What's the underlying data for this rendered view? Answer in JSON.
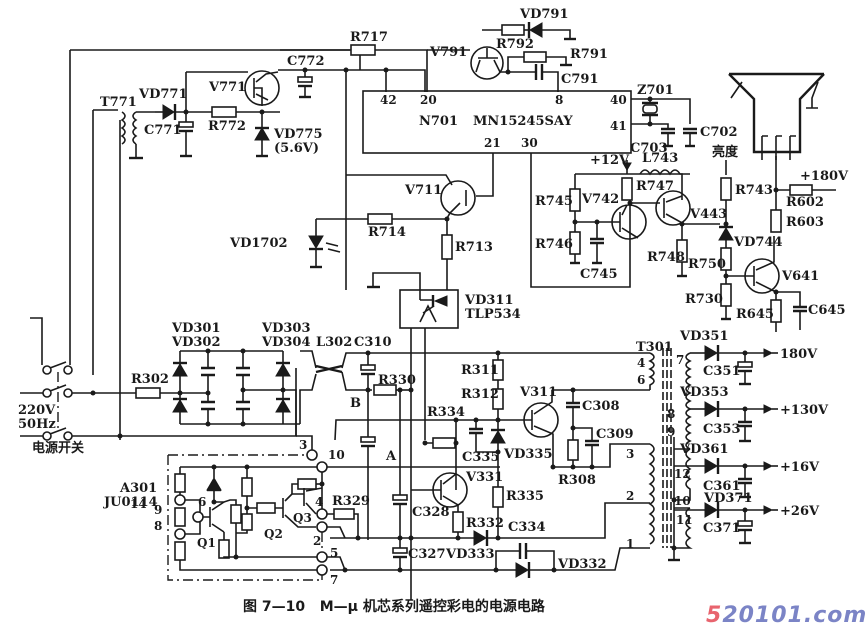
{
  "figure": {
    "caption": "图 7—10   M—μ 机芯系列遥控彩电的电源电路",
    "watermark_prefix": "5",
    "watermark_rest": "20101.com",
    "watermark_colors": {
      "prefix": "#e8646e",
      "rest": "#7b84c6"
    }
  },
  "standby": {
    "T771": "T771",
    "VD771": "VD771",
    "C771": "C771",
    "R772": "R772",
    "V771": "V771",
    "VD775": "VD775",
    "VD775_value": "(5.6V)",
    "C772": "C772",
    "R717": "R717",
    "V791": "V791",
    "R792": "R792",
    "VD791": "VD791",
    "R791": "R791",
    "C791": "C791"
  },
  "controller": {
    "ref": "N701",
    "part": "MN15245SAY",
    "pins": {
      "p42": "42",
      "p20": "20",
      "p8": "8",
      "p40": "40",
      "p41": "41",
      "p21": "21",
      "p30": "30"
    },
    "Z701": "Z701",
    "C702": "C702",
    "C703": "C703"
  },
  "remote_power": {
    "V711": "V711",
    "R714": "R714",
    "VD1702": "VD1702",
    "R713": "R713",
    "VD311": "VD311",
    "TLP534": "TLP534"
  },
  "brightness": {
    "plus12v": "+12V",
    "L743": "L743",
    "R747": "R747",
    "R745": "R745",
    "V742": "V742",
    "R746": "R746",
    "C745": "C745",
    "V443": "V443",
    "R748": "R748",
    "R750": "R750",
    "R730": "R730",
    "brightness_label": "亮度",
    "R743": "R743",
    "VD744": "VD744",
    "plus180v": "+180V",
    "R602": "R602",
    "R603": "R603",
    "V641": "V641",
    "R645": "R645",
    "C645": "C645"
  },
  "mains": {
    "voltage": "220V",
    "freq": "50Hz",
    "switch_label": "电源开关",
    "R302": "R302",
    "VD301": "VD301",
    "VD302": "VD302",
    "VD303": "VD303",
    "VD304": "VD304",
    "L302": "L302",
    "C310": "C310",
    "R330": "R330",
    "node_B": "B",
    "node_A": "A"
  },
  "switching": {
    "R311": "R311",
    "R312": "R312",
    "R334": "R334",
    "C335": "C335",
    "VD335": "VD335",
    "V311": "V311",
    "C308": "C308",
    "C309": "C309",
    "R308": "R308",
    "V331": "V331",
    "R335": "R335",
    "C328": "C328",
    "R332": "R332",
    "C334": "C334",
    "VD333": "VD333",
    "VD332": "VD332",
    "C327": "C327",
    "R329": "R329"
  },
  "module": {
    "ref": "A301",
    "part": "JU0114",
    "pins": {
      "p3": "3",
      "p10": "10",
      "p14": "14",
      "p9": "9",
      "p8": "8",
      "p6": "6",
      "p4": "4",
      "p2": "2",
      "p5": "5",
      "p7": "7"
    },
    "Q1": "Q1",
    "Q2": "Q2",
    "Q3": "Q3"
  },
  "transformer": {
    "ref": "T301",
    "pins": {
      "p4": "4",
      "p6": "6",
      "p7": "7",
      "p8": "8",
      "p9": "9",
      "p3": "3",
      "p2": "2",
      "p1": "1",
      "p12": "12",
      "p10": "10",
      "p11": "11"
    },
    "outputs": [
      {
        "diode": "VD351",
        "cap": "C351",
        "voltage": "180V"
      },
      {
        "diode": "VD353",
        "cap": "C353",
        "voltage": "+130V"
      },
      {
        "diode": "VD361",
        "cap": "C361",
        "voltage": "+16V"
      },
      {
        "diode": "VD371",
        "cap": "C371",
        "voltage": "+26V"
      }
    ]
  }
}
